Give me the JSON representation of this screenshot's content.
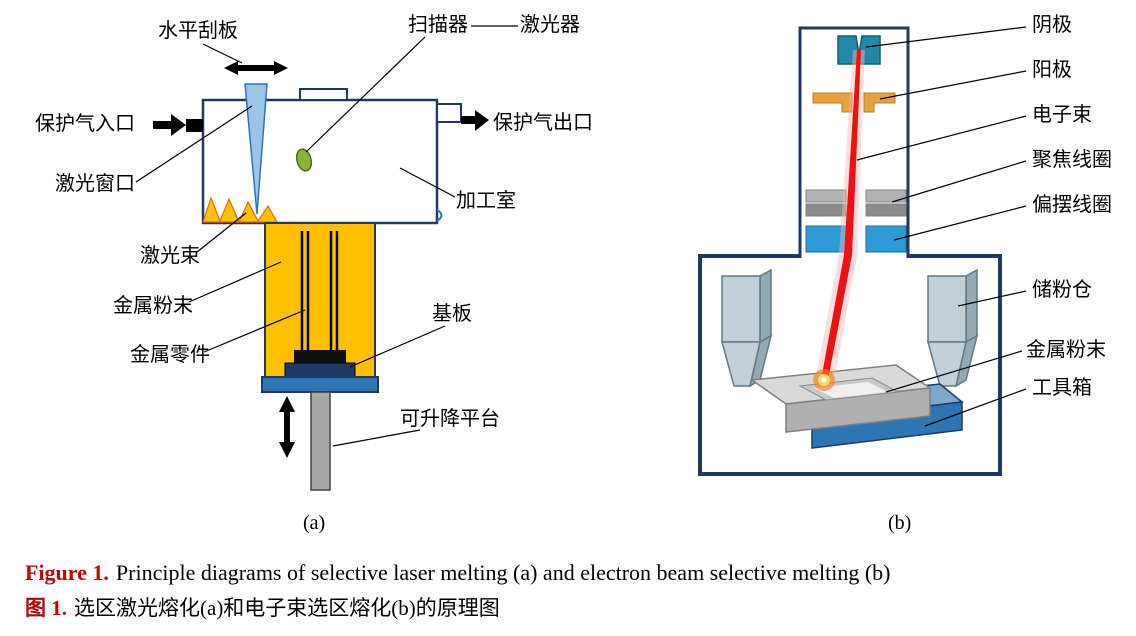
{
  "figure": {
    "caption_en_label": "Figure 1.",
    "caption_en_text": "Principle diagrams of selective laser melting (a) and electron beam selective melting (b)",
    "caption_zh_label": "图 1.",
    "caption_zh_text": "选区激光熔化(a)和电子束选区熔化(b)的原理图"
  },
  "diagram_a": {
    "sublabel": "(a)",
    "labels": {
      "scraper": "水平刮板",
      "scanner": "扫描器",
      "laser": "激光器",
      "gas_inlet": "保护气入口",
      "gas_outlet": "保护气出口",
      "laser_window": "激光窗口",
      "chamber": "加工室",
      "laser_beam": "激光束",
      "metal_powder": "金属粉末",
      "metal_part": "金属零件",
      "substrate": "基板",
      "platform": "可升降平台"
    }
  },
  "diagram_b": {
    "sublabel": "(b)",
    "labels": {
      "cathode": "阴极",
      "anode": "阳极",
      "electron_beam": "电子束",
      "focusing_coil": "聚焦线圈",
      "deflection_coil": "偏摆线圈",
      "powder_hopper": "储粉仓",
      "metal_powder": "金属粉末",
      "tool_box": "工具箱"
    }
  },
  "colors": {
    "outline_navy": "#1F3864",
    "powder_yellow": "#FFC000",
    "scraper_blue": "#9DC3E6",
    "platform_blue": "#2E75B6",
    "beam_red": "#EE1111",
    "cathode_teal": "#2089A8",
    "anode_orange": "#E8A23C",
    "coil_blue": "#2E9BD6",
    "hopper_gray": "#C2D1D9",
    "caption_red": "#C00000"
  }
}
